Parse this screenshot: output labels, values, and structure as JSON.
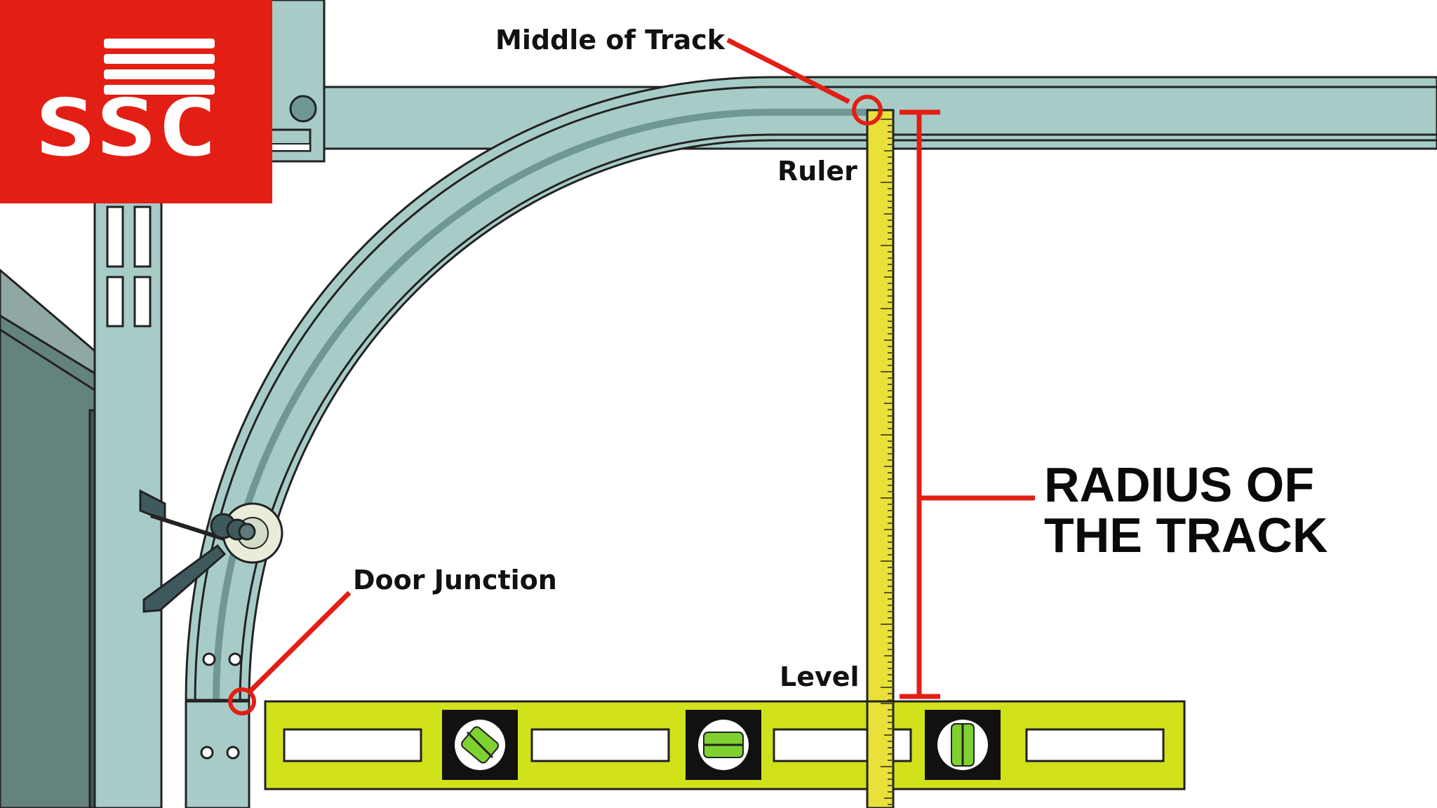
{
  "logo": {
    "text": "SSC"
  },
  "labels": {
    "middle_of_track": "Middle of Track",
    "ruler": "Ruler",
    "door_junction": "Door Junction",
    "level": "Level",
    "radius_line1": "RADIUS OF",
    "radius_line2": "THE TRACK"
  },
  "colors": {
    "brand_red": "#e31e14",
    "track_fill": "#a7ccc8",
    "track_dark": "#6f9793",
    "stroke": "#222222",
    "ruler_yellow": "#e9e13a",
    "level_green": "#d1e21a",
    "bubble_green": "#7fd12f",
    "door_gray": "#65837e",
    "door_dark": "#3f5a5e",
    "callout_red": "#e31e14"
  },
  "icons": {
    "logo": "ssc-logo",
    "bubble": "level-bubble-icon"
  }
}
